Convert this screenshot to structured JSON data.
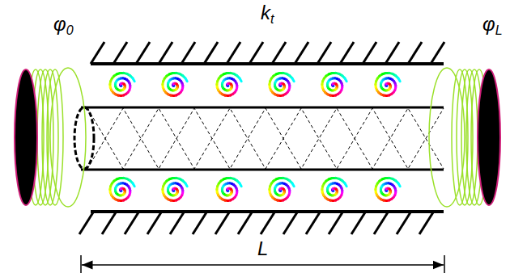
{
  "diagram": {
    "labels": [
      "φ0",
      "kt",
      "φL",
      "L"
    ]
  }
}
